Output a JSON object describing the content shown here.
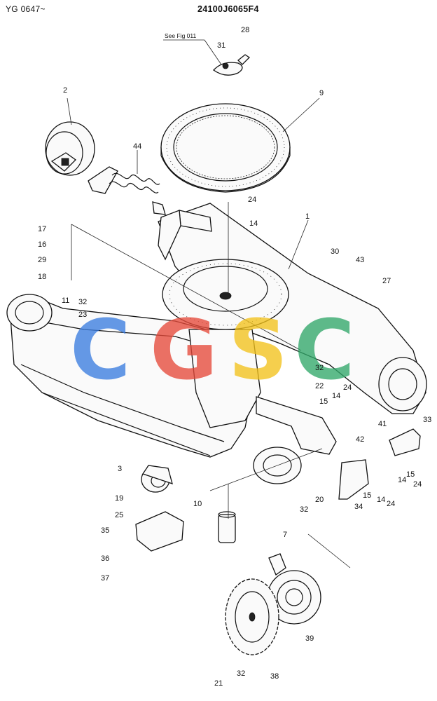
{
  "header": {
    "left_code": "YG 0647~",
    "right_code": "24100J6065F4"
  },
  "reference_note": "See Fig 011",
  "watermark": {
    "letters": [
      "C",
      "G",
      "S",
      "C"
    ],
    "colors": [
      "#3b7de0",
      "#e64a3a",
      "#f3c21c",
      "#32a86a"
    ]
  },
  "callouts": [
    "28",
    "31",
    "2",
    "9",
    "44",
    "24",
    "14",
    "1",
    "17",
    "16",
    "29",
    "18",
    "30",
    "43",
    "27",
    "11",
    "32",
    "23",
    "32",
    "22",
    "24",
    "15",
    "14",
    "41",
    "42",
    "33",
    "3",
    "15",
    "14",
    "24",
    "19",
    "25",
    "32",
    "20",
    "15",
    "34",
    "14",
    "24",
    "10",
    "35",
    "7",
    "36",
    "37",
    "39",
    "21",
    "32",
    "38"
  ]
}
